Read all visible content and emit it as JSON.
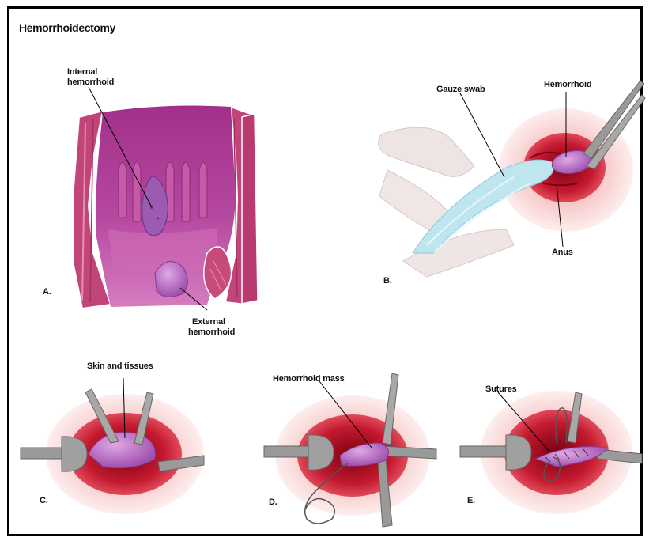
{
  "title": "Hemorrhoidectomy",
  "panels": {
    "a": {
      "letter": "A.",
      "internal_line1": "Internal",
      "internal_line2": "hemorrhoid",
      "external_line1": "External",
      "external_line2": "hemorrhoid"
    },
    "b": {
      "letter": "B.",
      "gauze_swab": "Gauze swab",
      "hemorrhoid": "Hemorrhoid",
      "anus": "Anus"
    },
    "c": {
      "letter": "C.",
      "skin_tissues": "Skin and tissues"
    },
    "d": {
      "letter": "D.",
      "hemorrhoid_mass": "Hemorrhoid mass"
    },
    "e": {
      "letter": "E.",
      "sutures": "Sutures"
    }
  },
  "colors": {
    "rectal_wall": "#c2457a",
    "rectal_lumen": "#a63a8e",
    "hemorrhoid": "#b06ab8",
    "anus_red": "#c01830",
    "halo_pink": "#f8d6d6",
    "gauze_blue": "#bfe6ef",
    "instrument_gray": "#9a9a9a"
  }
}
